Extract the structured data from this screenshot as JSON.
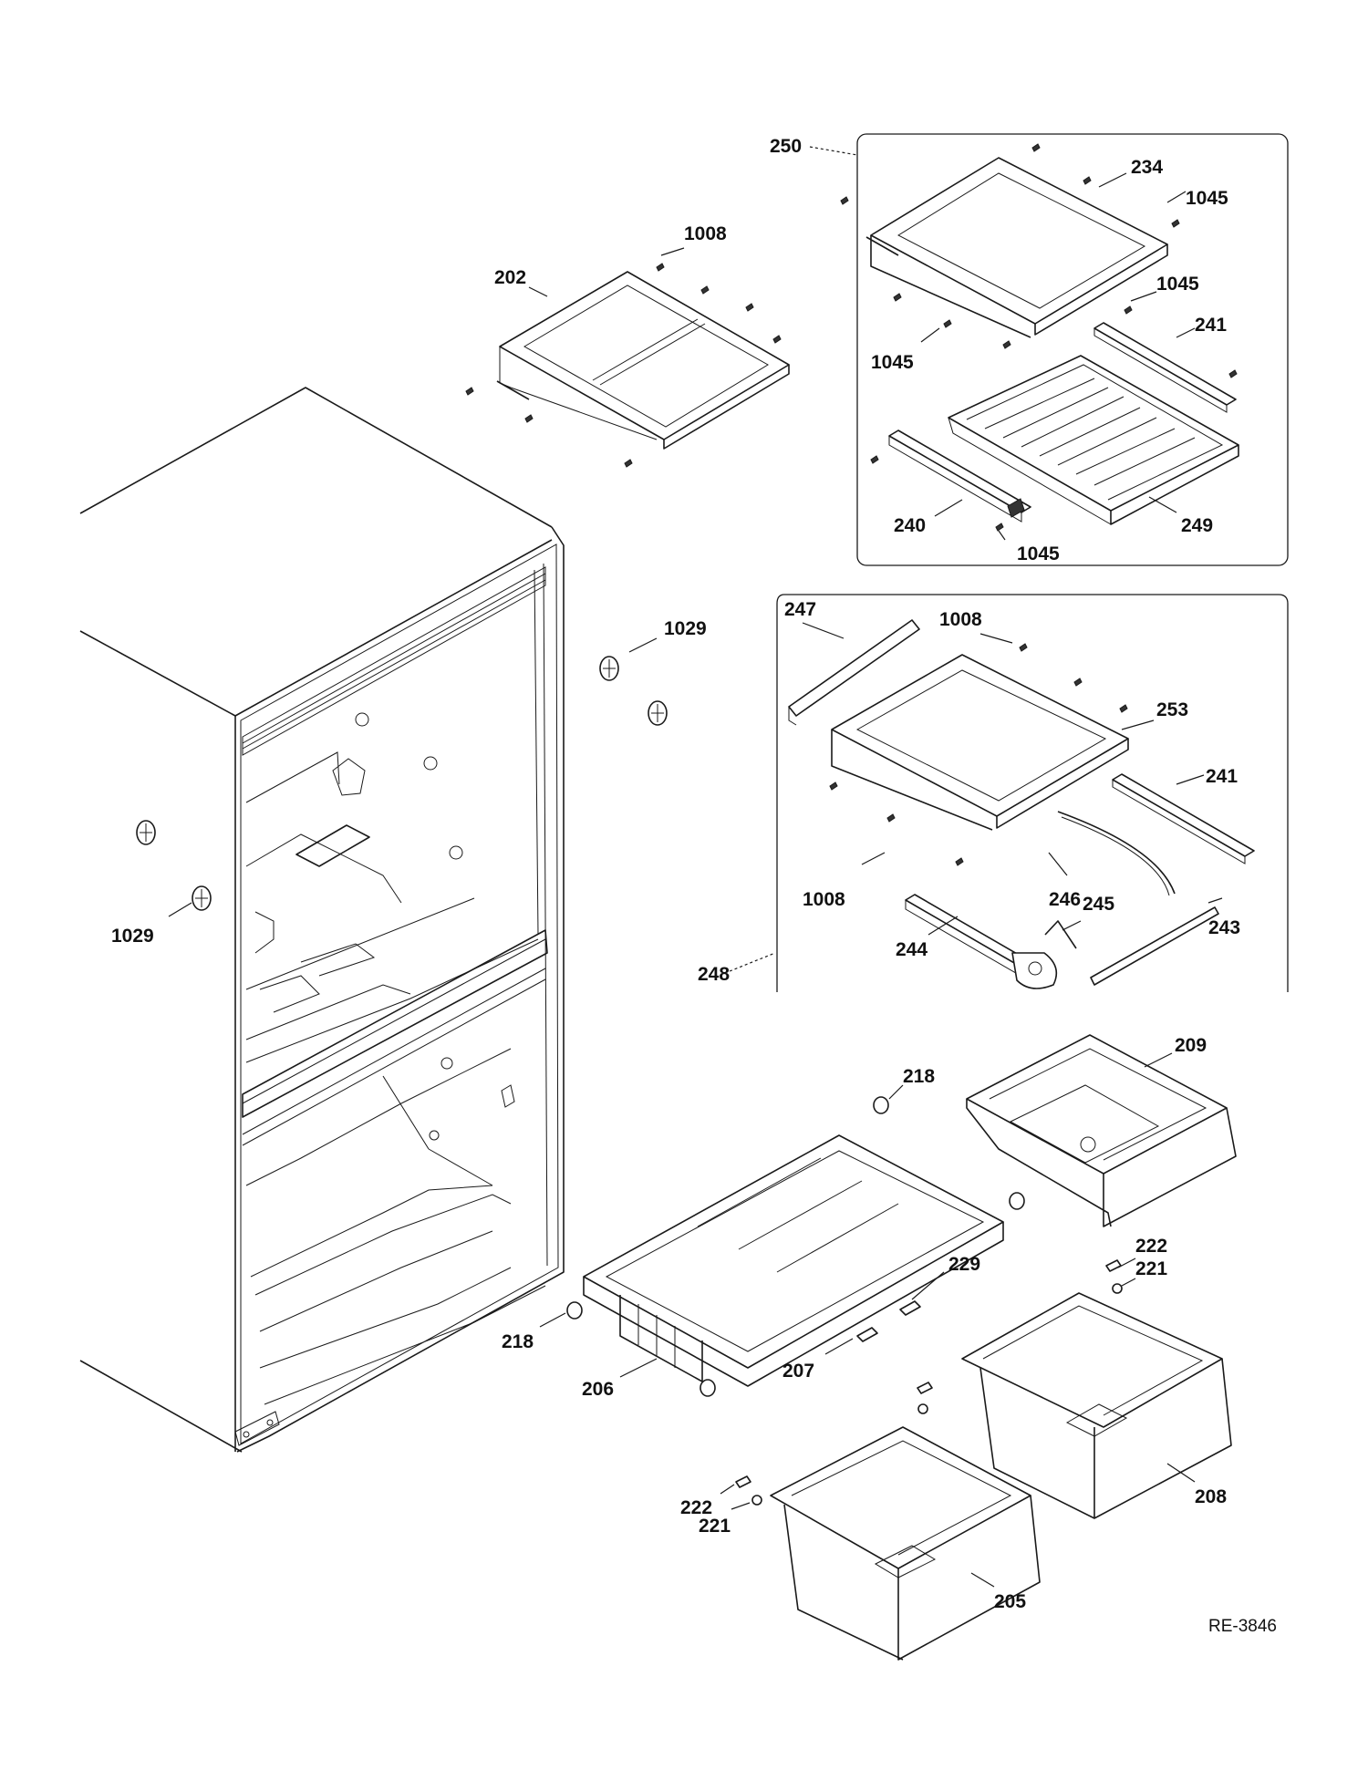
{
  "diagram": {
    "reference_code": "RE-3846",
    "callouts": [
      {
        "id": "c250",
        "text": "250"
      },
      {
        "id": "c234",
        "text": "234"
      },
      {
        "id": "c1045a",
        "text": "1045"
      },
      {
        "id": "c1045b",
        "text": "1045"
      },
      {
        "id": "c1045c",
        "text": "1045"
      },
      {
        "id": "c241a",
        "text": "241"
      },
      {
        "id": "c240",
        "text": "240"
      },
      {
        "id": "c249",
        "text": "249"
      },
      {
        "id": "c1045d",
        "text": "1045"
      },
      {
        "id": "c1008a",
        "text": "1008"
      },
      {
        "id": "c202",
        "text": "202"
      },
      {
        "id": "c1029a",
        "text": "1029"
      },
      {
        "id": "c1029b",
        "text": "1029"
      },
      {
        "id": "c247",
        "text": "247"
      },
      {
        "id": "c1008b",
        "text": "1008"
      },
      {
        "id": "c253",
        "text": "253"
      },
      {
        "id": "c241b",
        "text": "241"
      },
      {
        "id": "c1008c",
        "text": "1008"
      },
      {
        "id": "c246",
        "text": "246"
      },
      {
        "id": "c245",
        "text": "245"
      },
      {
        "id": "c243",
        "text": "243"
      },
      {
        "id": "c244",
        "text": "244"
      },
      {
        "id": "c248",
        "text": "248"
      },
      {
        "id": "c218a",
        "text": "218"
      },
      {
        "id": "c209",
        "text": "209"
      },
      {
        "id": "c222a",
        "text": "222"
      },
      {
        "id": "c221a",
        "text": "221"
      },
      {
        "id": "c229",
        "text": "229"
      },
      {
        "id": "c218b",
        "text": "218"
      },
      {
        "id": "c206",
        "text": "206"
      },
      {
        "id": "c207",
        "text": "207"
      },
      {
        "id": "c208",
        "text": "208"
      },
      {
        "id": "c222b",
        "text": "222"
      },
      {
        "id": "c221b",
        "text": "221"
      },
      {
        "id": "c205",
        "text": "205"
      }
    ]
  }
}
